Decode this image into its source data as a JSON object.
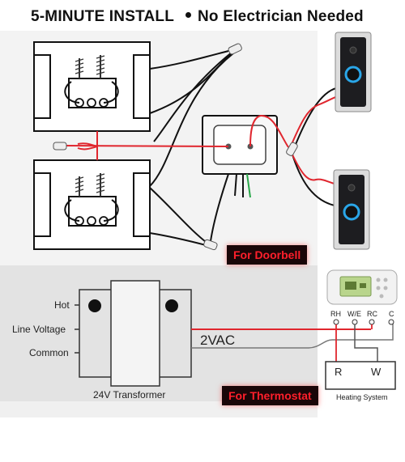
{
  "headline": {
    "left": "5-MINUTE INSTALL",
    "right": "No Electrician Needed"
  },
  "tags": {
    "doorbell": "For Doorbell",
    "thermostat": "For Thermostat"
  },
  "transformer": {
    "label": "24V Transformer",
    "terminals": [
      "Hot",
      "Line Voltage",
      "Common"
    ]
  },
  "voltage_label": "2VAC",
  "thermostat": {
    "terminals": [
      "RH",
      "W/E",
      "RC",
      "C"
    ]
  },
  "heating_system": {
    "label": "Heating System",
    "terminals": [
      "R",
      "W"
    ]
  },
  "colors": {
    "red_wire": "#e0262e",
    "black_wire": "#111111",
    "doorbell_ring": "#2aa6e8",
    "tag_text": "#ff1f2b"
  }
}
